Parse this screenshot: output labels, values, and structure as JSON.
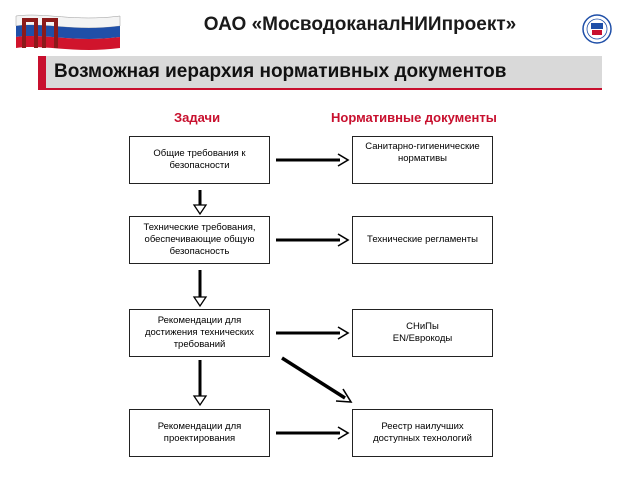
{
  "header": {
    "org_title": "ОАО «МосводоканалНИИпроект»",
    "page_title": "Возможная иерархия нормативных документов",
    "accent_color": "#c8102e"
  },
  "columns": {
    "tasks_heading": "Задачи",
    "docs_heading": "Нормативные документы"
  },
  "tasks": [
    "Общие требования к безопасности",
    "Технические требования, обеспечивающие общую безопасность",
    "Рекомендации для достижения технических требований",
    "Рекомендации для проектирования"
  ],
  "documents": [
    "Санитарно-гигиенические нормативы",
    "Технические регламенты",
    "СНиПы\nEN/Еврокоды",
    "Реестр наилучших доступных технологий"
  ],
  "icons": {
    "left_logo": "flag-logo-icon",
    "right_logo": "emblem-logo-icon"
  }
}
